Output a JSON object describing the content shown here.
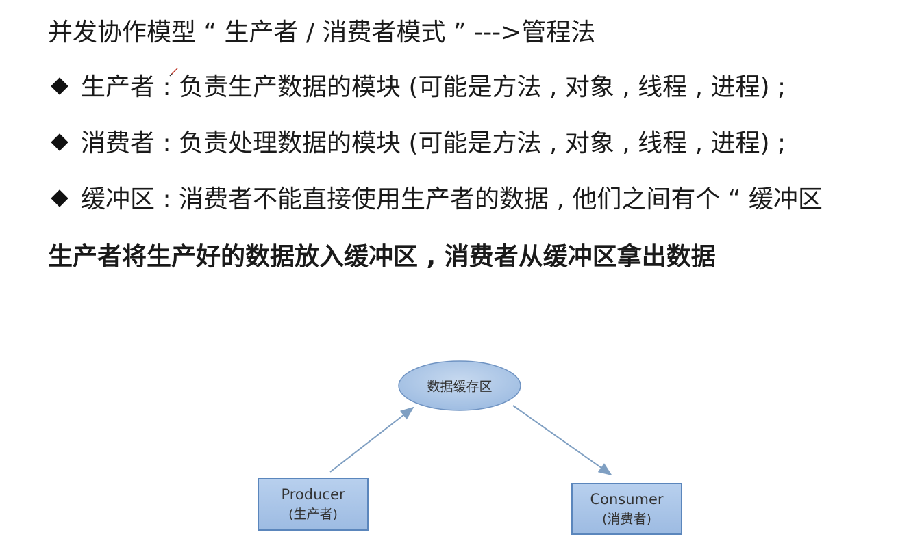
{
  "title": "并发协作模型 “ 生产者 / 消费者模式 ” --->管程法",
  "bullets": [
    {
      "label": "生产者",
      "text": "负责生产数据的模块 (可能是方法 , 对象 , 线程 , 进程) ;"
    },
    {
      "label": "消费者",
      "text": "负责处理数据的模块 (可能是方法 , 对象 , 线程 , 进程) ;"
    },
    {
      "label": "缓冲区",
      "text": "消费者不能直接使用生产者的数据 , 他们之间有个 “ 缓冲区"
    }
  ],
  "separator": " : ",
  "bold_line": "生产者将生产好的数据放入缓冲区 , 消费者从缓冲区拿出数据",
  "diagram": {
    "buffer_label": "数据缓存区",
    "producer": {
      "name": "Producer",
      "sub": "(生产者)"
    },
    "consumer": {
      "name": "Consumer",
      "sub": "(消费者)"
    }
  },
  "colors": {
    "box_fill": "#a9c4e6",
    "box_stroke": "#5b86bc",
    "arrow": "#7f9fc2"
  }
}
